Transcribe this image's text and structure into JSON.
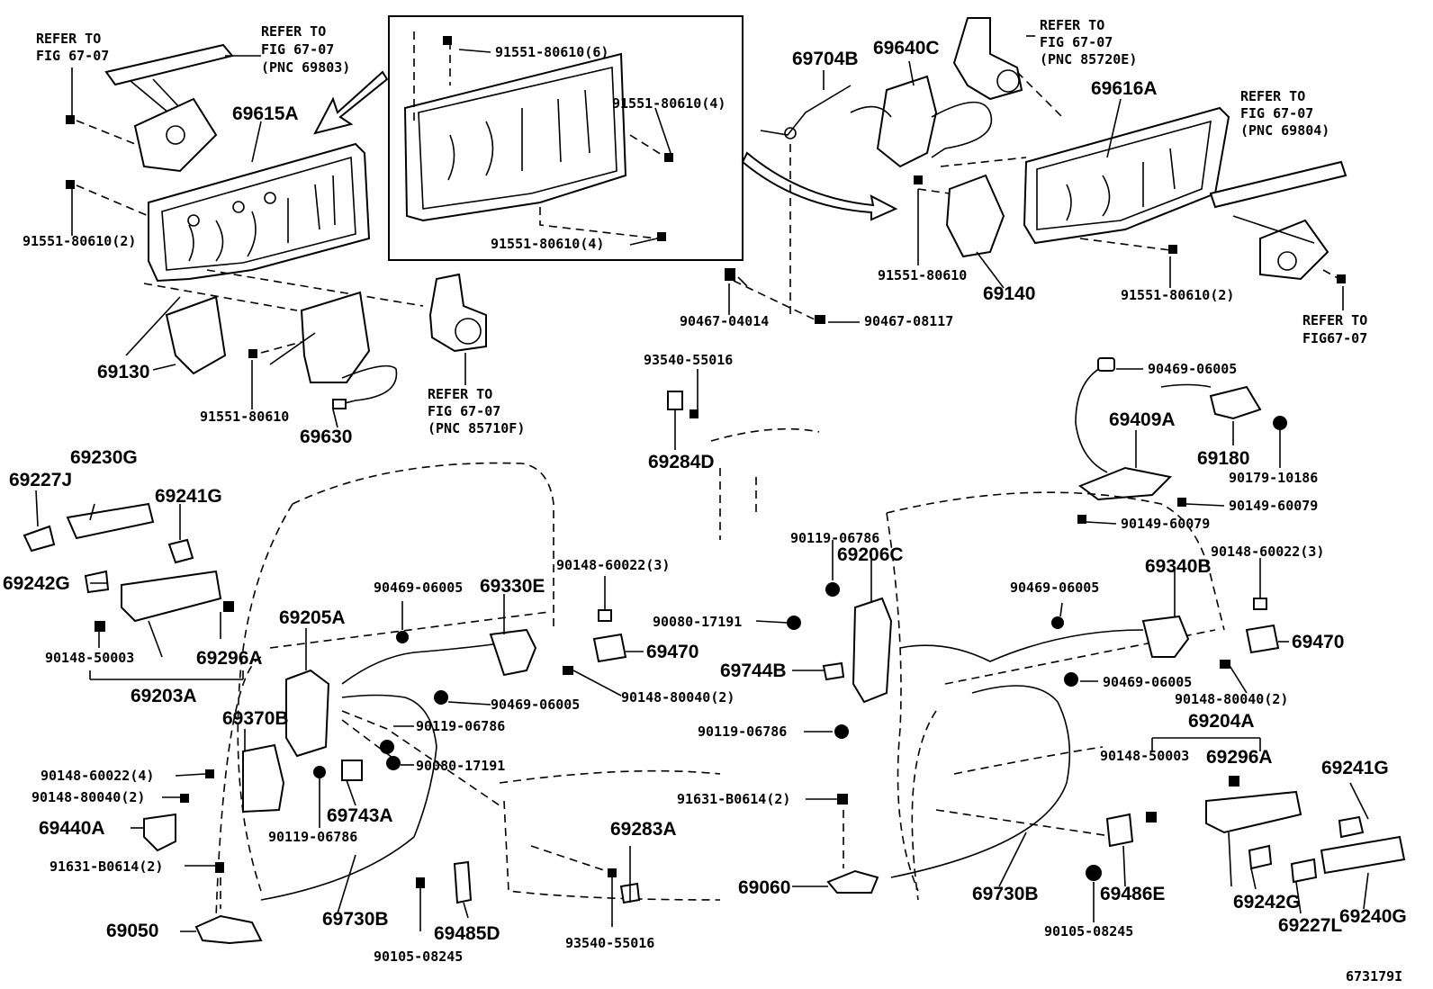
{
  "labels": {
    "refer_fig_tl": [
      "REFER TO",
      "FIG 67-07"
    ],
    "refer_69803": [
      "REFER TO",
      "FIG 67-07",
      "(PNC 69803)"
    ],
    "p69615A": "69615A",
    "p91551_80610_6": "91551-80610(6)",
    "p91551_80610_4a": "91551-80610(4)",
    "p91551_80610_4b": "91551-80610(4)",
    "p91551_80610_2_left": "91551-80610(2)",
    "p69130": "69130",
    "p91551_80610_left": "91551-80610",
    "p69630": "69630",
    "refer_85710F": [
      "REFER TO",
      "FIG 67-07",
      "(PNC 85710F)"
    ],
    "p69704B": "69704B",
    "p69640C": "69640C",
    "refer_85720E": [
      "REFER TO",
      "FIG 67-07",
      "(PNC 85720E)"
    ],
    "p69616A": "69616A",
    "refer_69804": [
      "REFER TO",
      "FIG 67-07",
      "(PNC 69804)"
    ],
    "p91551_80610_right": "91551-80610",
    "p69140": "69140",
    "p91551_80610_2_right": "91551-80610(2)",
    "refer_fig_br": [
      "REFER TO",
      "FIG67-07"
    ],
    "p90467_04014": "90467-04014",
    "p90467_08117": "90467-08117",
    "p93540_55016_top": "93540-55016",
    "p69284D": "69284D",
    "p90469_06005_top": "90469-06005",
    "p69409A": "69409A",
    "p69180": "69180",
    "p90179_10186": "90179-10186",
    "p90149_60079_a": "90149-60079",
    "p90149_60079_b": "90149-60079",
    "p69227J": "69227J",
    "p69230G": "69230G",
    "p69241G_left": "69241G",
    "p69242G_left": "69242G",
    "p90148_50003_left": "90148-50003",
    "p69296A_left": "69296A",
    "p69203A": "69203A",
    "p69205A": "69205A",
    "p90469_06005_mid": "90469-06005",
    "p69330E": "69330E",
    "p90148_60022_3_left": "90148-60022(3)",
    "p69470_left": "69470",
    "p90148_80040_2_mid": "90148-80040(2)",
    "p90469_06005_mid2": "90469-06005",
    "p90119_06786_mid": "90119-06786",
    "p90080_17191_mid": "90080-17191",
    "p69370B": "69370B",
    "p90148_60022_4": "90148-60022(4)",
    "p90148_80040_2_left": "90148-80040(2)",
    "p69440A": "69440A",
    "p69743A": "69743A",
    "p90119_06786_low": "90119-06786",
    "p91631_B0614_2_left": "91631-B0614(2)",
    "p69050": "69050",
    "p69730B_left": "69730B",
    "p90105_08245_left": "90105-08245",
    "p69485D": "69485D",
    "p69283A": "69283A",
    "p93540_55016_bottom": "93540-55016",
    "p90119_06786_rtop": "90119-06786",
    "p69206C": "69206C",
    "p90080_17191_right": "90080-17191",
    "p69744B": "69744B",
    "p90119_06786_rlow": "90119-06786",
    "p90469_06005_r": "90469-06005",
    "p69340B": "69340B",
    "p90148_60022_3_right": "90148-60022(3)",
    "p69470_right": "69470",
    "p90469_06005_r2": "90469-06005",
    "p90148_80040_2_right": "90148-80040(2)",
    "p69204A": "69204A",
    "p90148_50003_right": "90148-50003",
    "p69296A_right": "69296A",
    "p69241G_right": "69241G",
    "p91631_B0614_2_right": "91631-B0614(2)",
    "p69060": "69060",
    "p69730B_right": "69730B",
    "p69486E": "69486E",
    "p90105_08245_right": "90105-08245",
    "p69242G_right": "69242G",
    "p69227L": "69227L",
    "p69240G": "69240G",
    "figure_id": "673179I"
  }
}
